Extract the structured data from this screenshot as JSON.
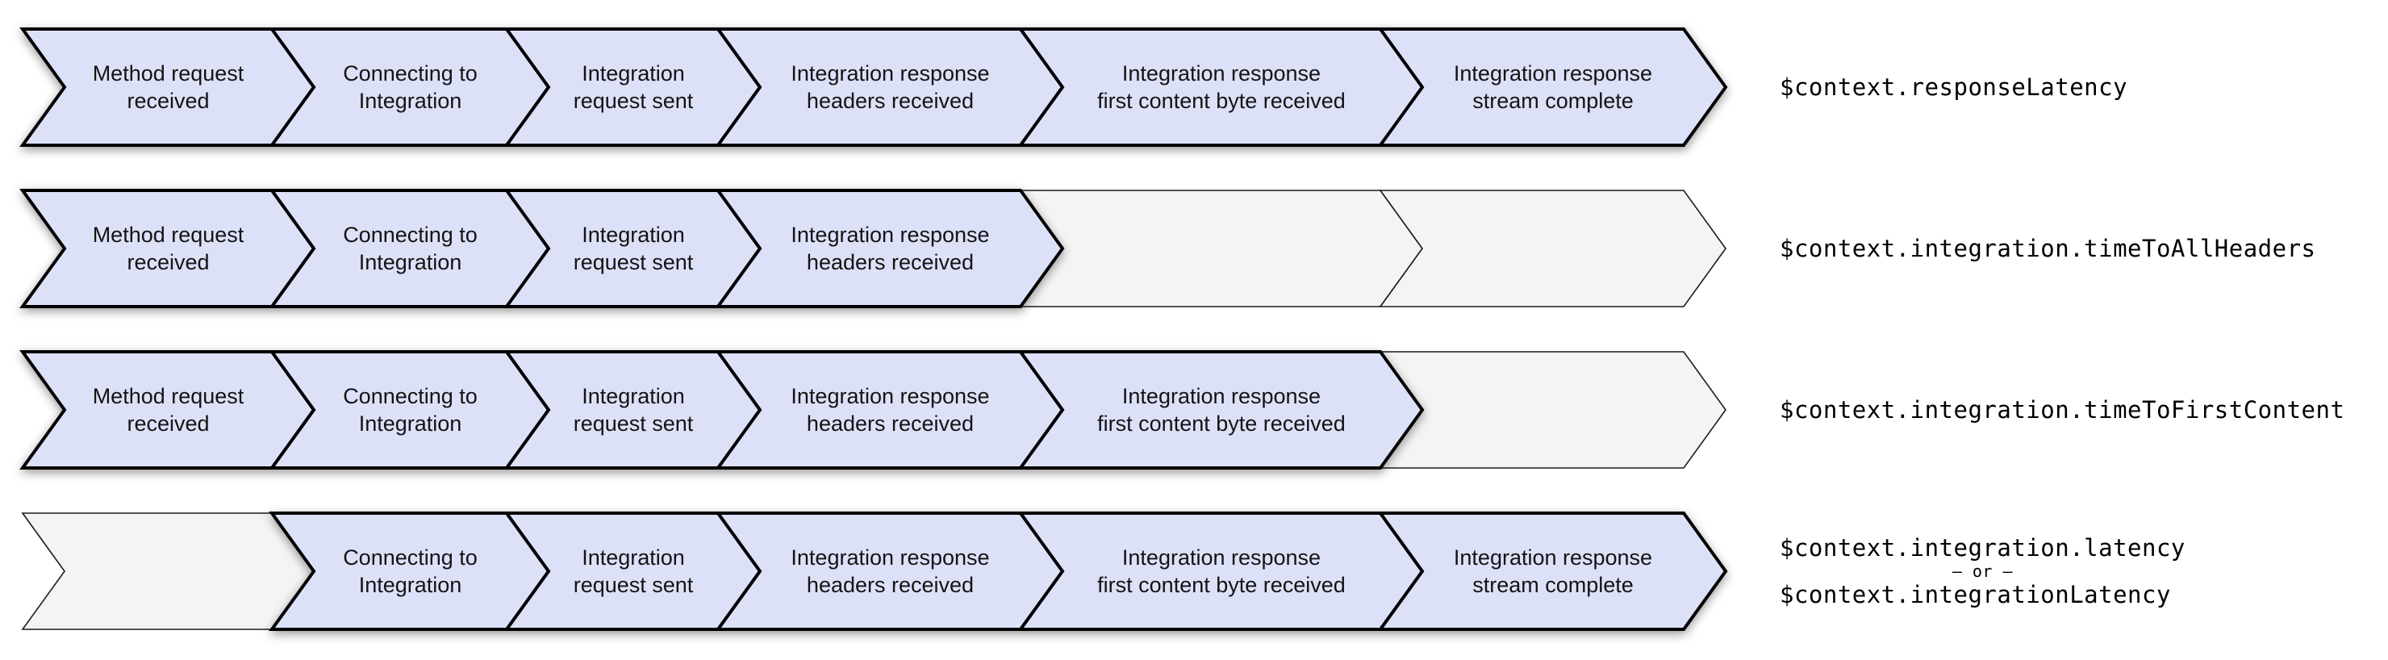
{
  "diagram": {
    "stages": [
      {
        "line1": "Method request",
        "line2": "received"
      },
      {
        "line1": "Connecting to",
        "line2": "Integration"
      },
      {
        "line1": "Integration",
        "line2": "request sent"
      },
      {
        "line1": "Integration response",
        "line2": "headers received"
      },
      {
        "line1": "Integration response",
        "line2": "first content byte received"
      },
      {
        "line1": "Integration response",
        "line2": "stream complete"
      }
    ],
    "rows": [
      {
        "name": "response-latency",
        "filled": [
          true,
          true,
          true,
          true,
          true,
          true
        ],
        "label_lines": [
          {
            "text": "$context.responseLatency",
            "small": false
          }
        ]
      },
      {
        "name": "time-to-all-headers",
        "filled": [
          true,
          true,
          true,
          true,
          false,
          false
        ],
        "label_lines": [
          {
            "text": "$context.integration.timeToAllHeaders",
            "small": false
          }
        ]
      },
      {
        "name": "time-to-first-content",
        "filled": [
          true,
          true,
          true,
          true,
          true,
          false
        ],
        "label_lines": [
          {
            "text": "$context.integration.timeToFirstContent",
            "small": false
          }
        ]
      },
      {
        "name": "integration-latency",
        "filled": [
          false,
          true,
          true,
          true,
          true,
          true
        ],
        "label_lines": [
          {
            "text": "$context.integration.latency",
            "small": false
          },
          {
            "text": "– or –",
            "small": true
          },
          {
            "text": "$context.integrationLatency",
            "small": false
          }
        ]
      }
    ],
    "colors": {
      "filled_fill": "#dde1f8",
      "filled_stroke": "#000000",
      "empty_fill": "#f4f4f4",
      "empty_stroke": "#1c1c1c",
      "text": "#141414",
      "label_text": "#000000",
      "background": "#ffffff"
    }
  }
}
